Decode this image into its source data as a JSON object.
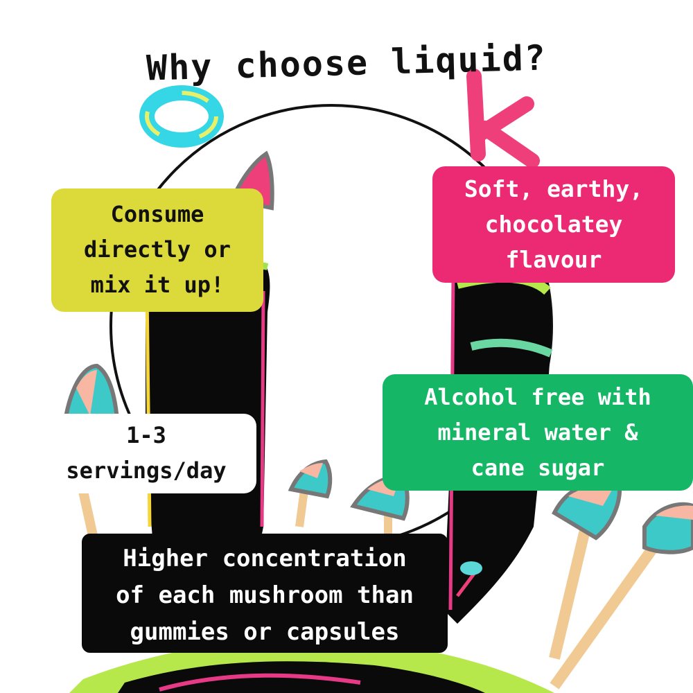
{
  "heading": "Why choose liquid?",
  "colors": {
    "yellow": "#dcd93a",
    "pink": "#ec2a74",
    "green": "#15b665",
    "white": "#ffffff",
    "black": "#0a0a0a",
    "teal": "#3ec9c9",
    "peach": "#f7b7a3",
    "tan": "#f0c993"
  },
  "bubbles": {
    "consume": {
      "lines": [
        "Consume",
        "directly or",
        "mix it up!"
      ]
    },
    "flavour": {
      "lines": [
        "Soft, earthy,",
        "chocolatey",
        "flavour"
      ]
    },
    "alcohol": {
      "lines": [
        "Alcohol free with",
        "mineral water &",
        "cane sugar"
      ]
    },
    "servings": {
      "lines": [
        "1-3",
        "servings/day"
      ]
    },
    "concentration": {
      "lines": [
        "Higher concentration",
        "of each mushroom than",
        "gummies or capsules"
      ]
    }
  }
}
